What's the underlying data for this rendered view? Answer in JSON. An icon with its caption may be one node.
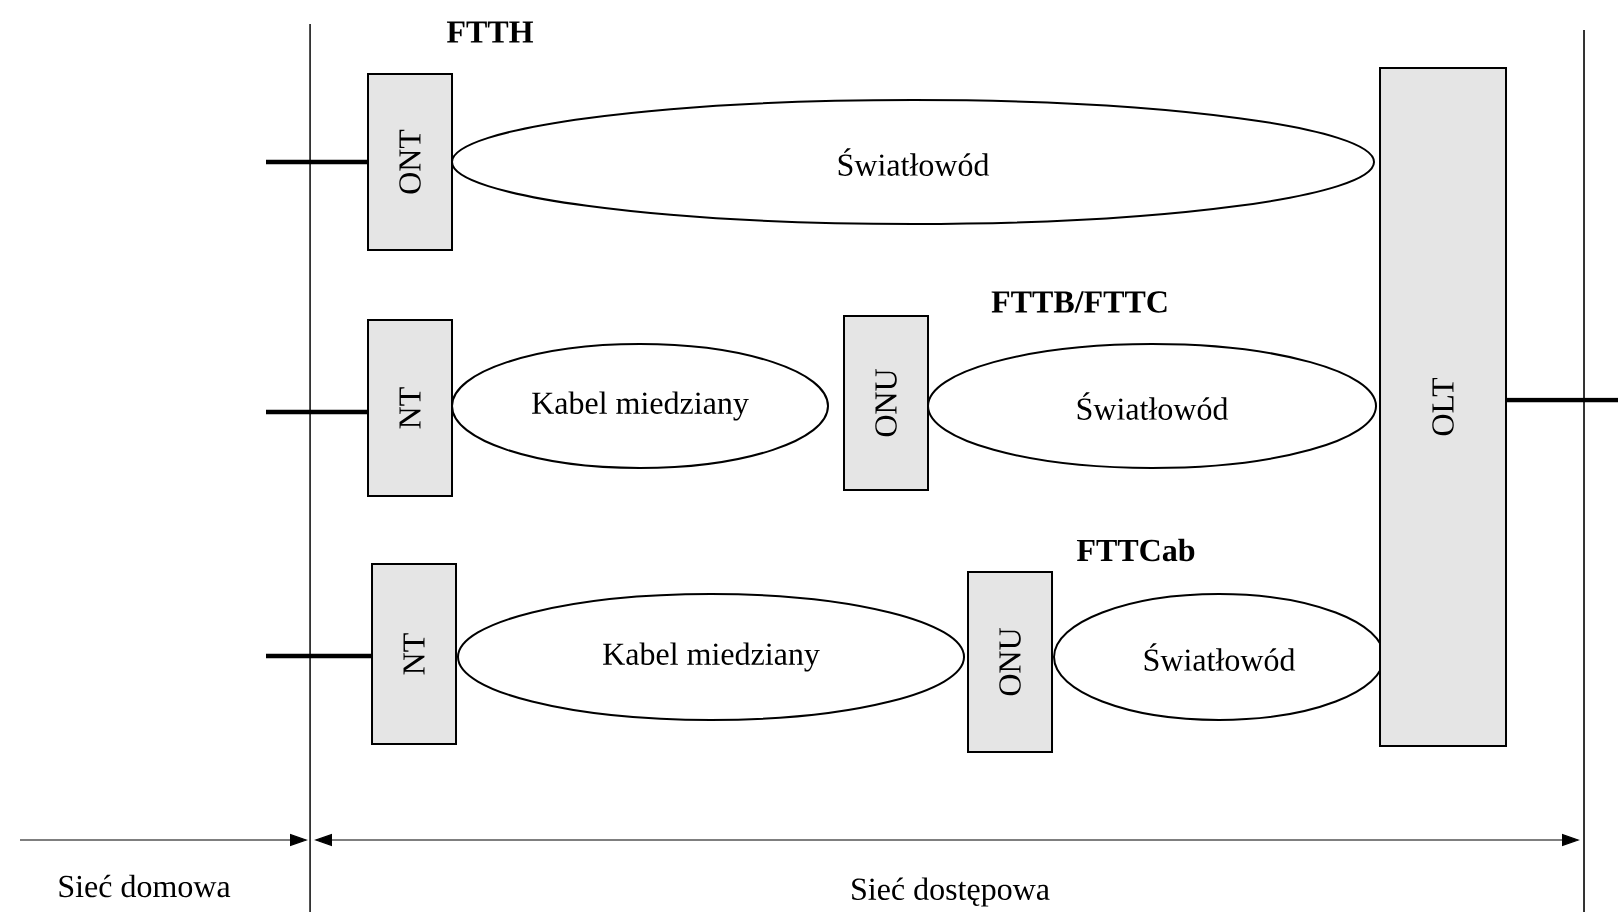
{
  "diagram": {
    "nodes": [
      {
        "text": [
          "ONT"
        ]
      },
      {
        "text": [
          "Światłowód"
        ]
      },
      {
        "text": [
          "NT"
        ]
      },
      {
        "text": [
          "Kabel miedziany"
        ]
      },
      {
        "text": [
          "ONU"
        ]
      },
      {
        "text": [
          "Światłowód"
        ]
      },
      {
        "text": [
          "NT"
        ]
      },
      {
        "text": [
          "Kabel miedziany"
        ]
      },
      {
        "text": [
          "ONU"
        ]
      },
      {
        "text": [
          "Światłowód"
        ]
      },
      {
        "text": [
          "OLT"
        ]
      }
    ],
    "edges": [
      {
        "from": null,
        "to": 0,
        "arrow": "none"
      },
      {
        "from": null,
        "to": 2,
        "arrow": "none"
      },
      {
        "from": null,
        "to": 6,
        "arrow": "none"
      },
      {
        "from": 10,
        "to": null,
        "arrow": "none"
      }
    ],
    "labels": [
      "FTTH",
      "FTTB/FTTC",
      "FTTCab",
      "Sieć domowa",
      "Sieć dostępowa"
    ]
  }
}
